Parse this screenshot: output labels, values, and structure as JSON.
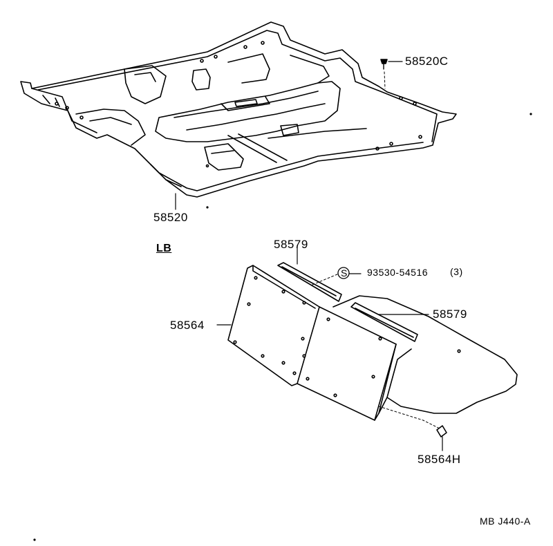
{
  "diagram": {
    "variant_label": "LB",
    "drawing_code": "MB J440-A",
    "parts": {
      "floor_carpet": "58520",
      "carpet_clip": "58520C",
      "rear_mat": "58564",
      "mat_hook": "58564H",
      "retainer_upper": "58579",
      "retainer_lower": "58579",
      "screw_symbol": "S",
      "screw": "93530-54516",
      "screw_qty": "(3)"
    },
    "colors": {
      "ink": "#000000",
      "paper": "#ffffff"
    }
  }
}
